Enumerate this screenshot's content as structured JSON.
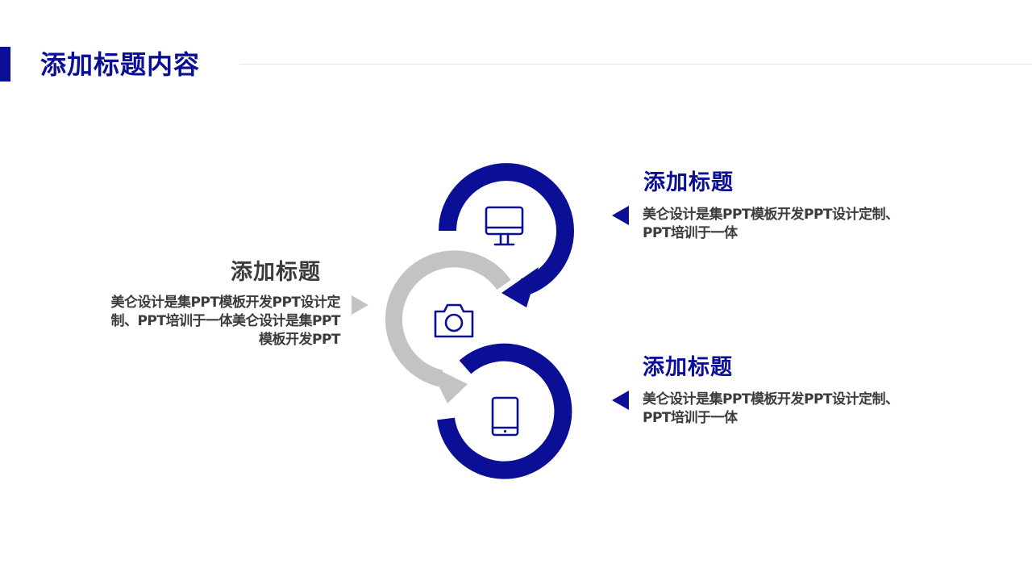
{
  "header": {
    "title": "添加标题内容"
  },
  "items": [
    {
      "id": "top-right",
      "title": "添加标题",
      "body": "美仑设计是集PPT模板开发PPT设计定制、PPT培训于一体",
      "icon": "monitor-icon",
      "color": "#0a0f96"
    },
    {
      "id": "left",
      "title": "添加标题",
      "body": "美仑设计是集PPT模板开发PPT设计定制、PPT培训于一体美仑设计是集PPT模板开发PPT",
      "icon": "camera-icon",
      "color": "#c3c3c3"
    },
    {
      "id": "bottom-right",
      "title": "添加标题",
      "body": "美仑设计是集PPT模板开发PPT设计定制、PPT培训于一体",
      "icon": "tablet-icon",
      "color": "#0a0f96"
    }
  ],
  "colors": {
    "primary": "#0a0f96",
    "secondary": "#c3c3c3",
    "text": "#3b3b3b"
  }
}
